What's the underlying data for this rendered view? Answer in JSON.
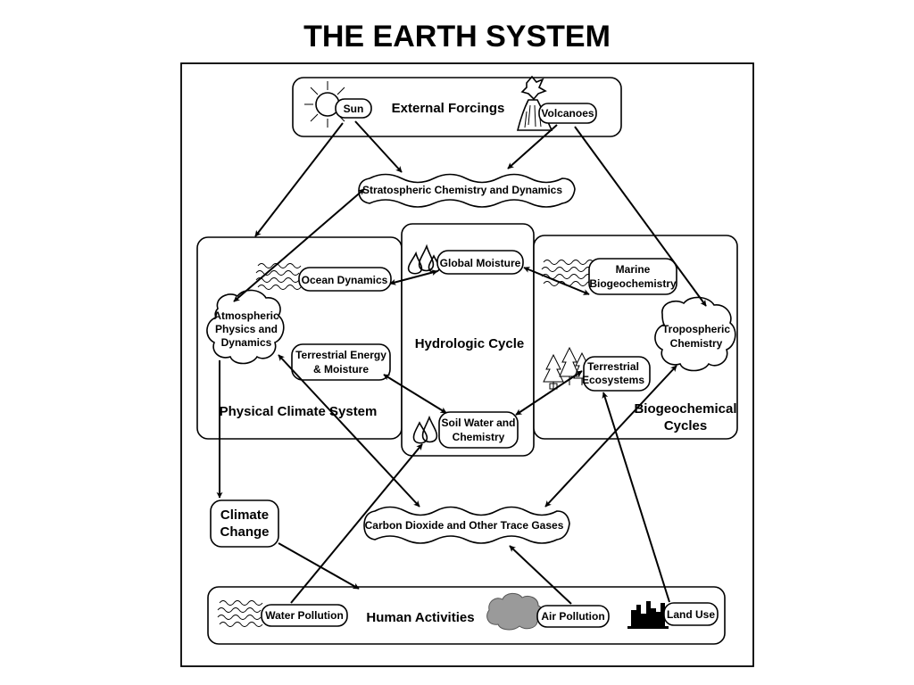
{
  "title": "THE EARTH SYSTEM",
  "groups": {
    "external_forcings": "External Forcings",
    "physical_climate": "Physical Climate System",
    "hydrologic": "Hydrologic Cycle",
    "biogeochemical_line1": "Biogeochemical",
    "biogeochemical_line2": "Cycles",
    "human_activities": "Human Activities"
  },
  "nodes": {
    "sun": "Sun",
    "volcanoes": "Volcanoes",
    "stratospheric": "Stratospheric  Chemistry and Dynamics",
    "ocean_dynamics": "Ocean Dynamics",
    "global_moisture": "Global Moisture",
    "marine_line1": "Marine",
    "marine_line2": "Biogeochemistry",
    "atmospheric_line1": "Atmospheric",
    "atmospheric_line2": "Physics and",
    "atmospheric_line3": "Dynamics",
    "terr_energy_line1": "Terrestrial Energy",
    "terr_energy_line2": "& Moisture",
    "tropospheric_line1": "Tropospheric",
    "tropospheric_line2": "Chemistry",
    "terr_eco_line1": "Terrestrial",
    "terr_eco_line2": "Ecosystems",
    "soil_line1": "Soil Water and",
    "soil_line2": "Chemistry",
    "climate_line1": "Climate",
    "climate_line2": "Change",
    "carbon": "Carbon Dioxide and Other Trace Gases",
    "water_pollution": "Water Pollution",
    "air_pollution": "Air Pollution",
    "land_use": "Land Use"
  },
  "icons": {
    "sun": "sun-icon",
    "volcano": "volcano-icon",
    "waves": "waves-icon",
    "drops": "water-drops-icon",
    "trees": "trees-icon",
    "smog": "smog-cloud-icon",
    "city": "city-skyline-icon"
  },
  "colors": {
    "ink": "#000000",
    "paper": "#ffffff",
    "smog": "#9a9a9a"
  }
}
